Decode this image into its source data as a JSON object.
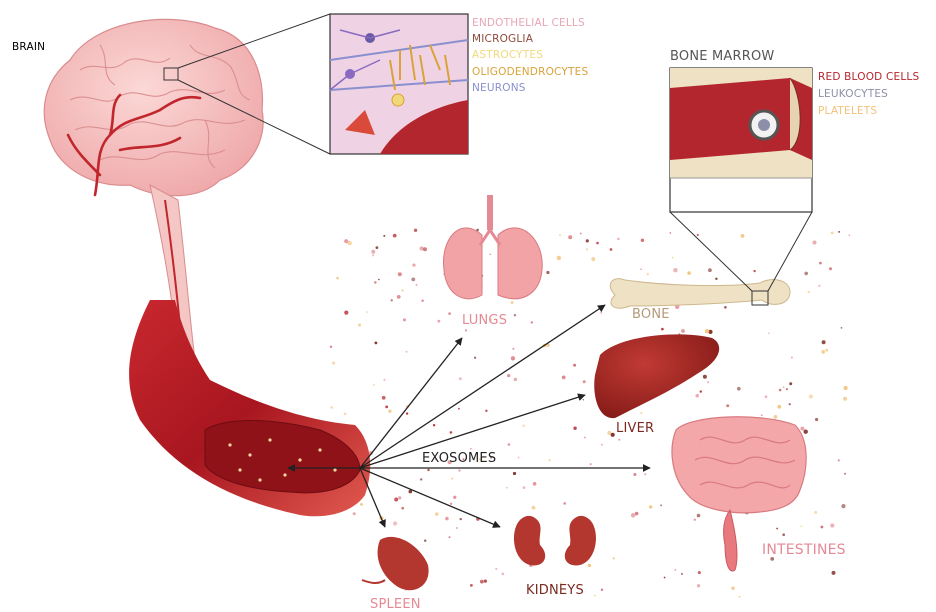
{
  "labels": {
    "brain": "BRAIN",
    "bone_marrow": "BONE MARROW",
    "lungs": "LUNGS",
    "bone": "BONE",
    "liver": "LIVER",
    "exosomes": "EXOSOMES",
    "intestines": "INTESTINES",
    "kidneys": "KIDNEYS",
    "spleen": "SPLEEN"
  },
  "brain_cells_legend": [
    {
      "label": "ENDOTHELIAL CELLS",
      "color": "#e7a6b4"
    },
    {
      "label": "MICROGLIA",
      "color": "#8a4a3a"
    },
    {
      "label": "ASTROCYTES",
      "color": "#f1d97a"
    },
    {
      "label": "OLIGODENDROCYTES",
      "color": "#d9a23a"
    },
    {
      "label": "NEURONS",
      "color": "#8a8fcf"
    }
  ],
  "marrow_cells_legend": [
    {
      "label": "RED BLOOD CELLS",
      "color": "#b3262d"
    },
    {
      "label": "LEUKOCYTES",
      "color": "#8d8fa8"
    },
    {
      "label": "PLATELETS",
      "color": "#f2c27a"
    }
  ],
  "colors": {
    "organ_label": "#e58a94",
    "dark_label": "#7a2a22",
    "blood": "#b3262d",
    "brain": "#f2b8b8"
  }
}
